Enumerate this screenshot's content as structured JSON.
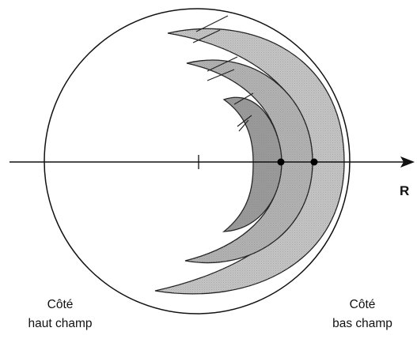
{
  "diagram": {
    "axis_label": "R",
    "left_label": {
      "line1": "Côté",
      "line2": "haut champ"
    },
    "right_label": {
      "line1": "Côté",
      "line2": "bas champ"
    },
    "colors": {
      "line": "#111111",
      "crescent_outer": "#c4c4c4",
      "crescent_middle": "#b2b2b2",
      "crescent_inner": "#9a9a9a",
      "dot": "#000000"
    }
  }
}
